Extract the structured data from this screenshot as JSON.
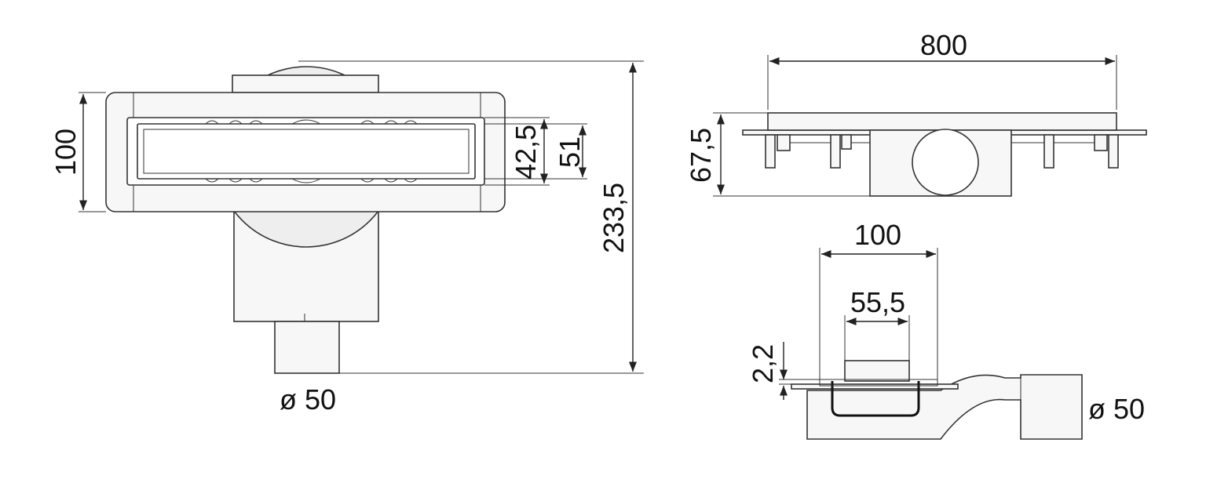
{
  "top_view": {
    "width_label": "100",
    "grate_inner_label": "42,5",
    "channel_label": "51",
    "total_length_label": "233,5",
    "outlet_label": "ø 50"
  },
  "side_view": {
    "length_label": "800",
    "height_label": "67,5"
  },
  "section_view": {
    "width_label": "100",
    "channel_label": "55,5",
    "flange_label": "2,2",
    "outlet_label": "ø 50"
  },
  "colors": {
    "line": "#222222",
    "fill": "#f7f7f7",
    "background": "#ffffff"
  }
}
